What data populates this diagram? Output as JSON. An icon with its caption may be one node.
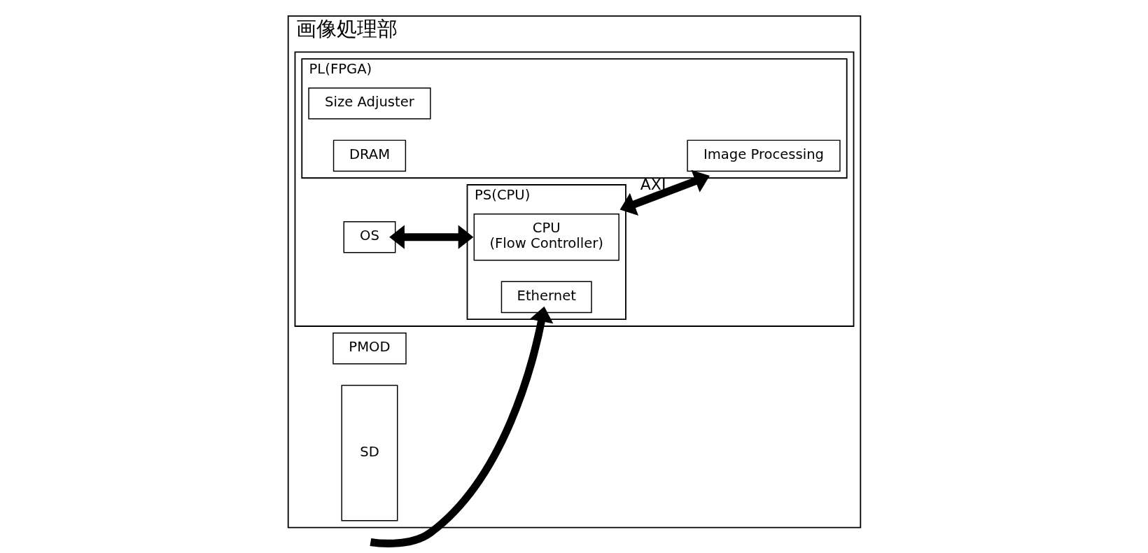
{
  "diagram": {
    "nodes": [
      {
        "text": [
          "画像処理部"
        ]
      },
      {
        "text": [],
        "shape": "box",
        "in": 0
      },
      {
        "text": [
          "OS"
        ],
        "in": 1
      },
      {
        "text": [
          "PS(CPU)"
        ],
        "in": 1
      },
      {
        "text": [
          "CPU",
          "(Flow Controller)"
        ],
        "in": 3
      },
      {
        "text": [
          "Ethernet"
        ],
        "in": 3
      },
      {
        "text": [
          "PL(FPGA)"
        ],
        "in": 1
      },
      {
        "text": [
          "Image Processing"
        ],
        "in": 6
      },
      {
        "text": [
          "Size Adjuster"
        ],
        "in": 6
      },
      {
        "text": [
          "DRAM"
        ],
        "in": 6
      },
      {
        "text": [
          "PMOD"
        ],
        "in": 0
      },
      {
        "text": [
          "SD"
        ],
        "in": 0
      }
    ],
    "edges": [
      {
        "from": 2,
        "to": 3,
        "arrow": "both"
      },
      {
        "from": 3,
        "to": 6,
        "arrow": "both",
        "label": "AXI"
      },
      {
        "from": null,
        "to": 5,
        "arrow": "to"
      }
    ]
  }
}
